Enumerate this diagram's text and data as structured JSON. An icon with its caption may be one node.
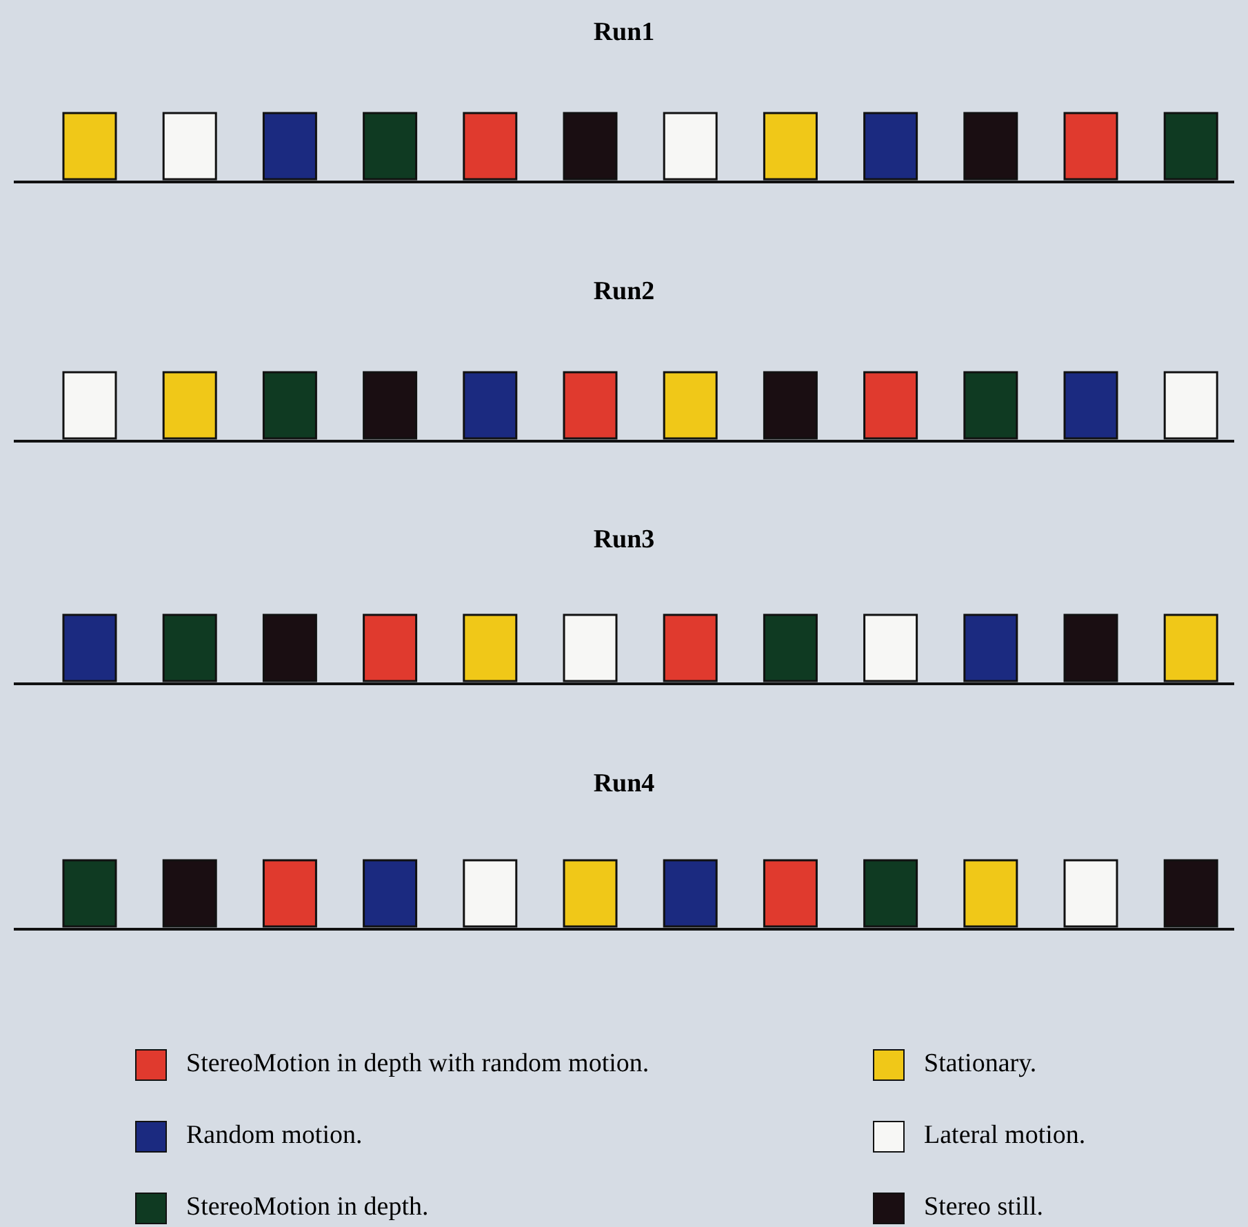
{
  "diagram": {
    "labels": [
      "Run1",
      "Run2",
      "Run3",
      "Run4"
    ],
    "legend": [
      {
        "text": "StereoMotion in depth with random motion.",
        "color": "#e03a2e"
      },
      {
        "text": "Stationary.",
        "color": "#f0c818"
      },
      {
        "text": "Random motion.",
        "color": "#1b2a80"
      },
      {
        "text": "Lateral motion.",
        "color": "#f7f7f5"
      },
      {
        "text": "StereoMotion in depth.",
        "color": "#0f3a22"
      },
      {
        "text": "Stereo still.",
        "color": "#1a0e12"
      }
    ]
  }
}
